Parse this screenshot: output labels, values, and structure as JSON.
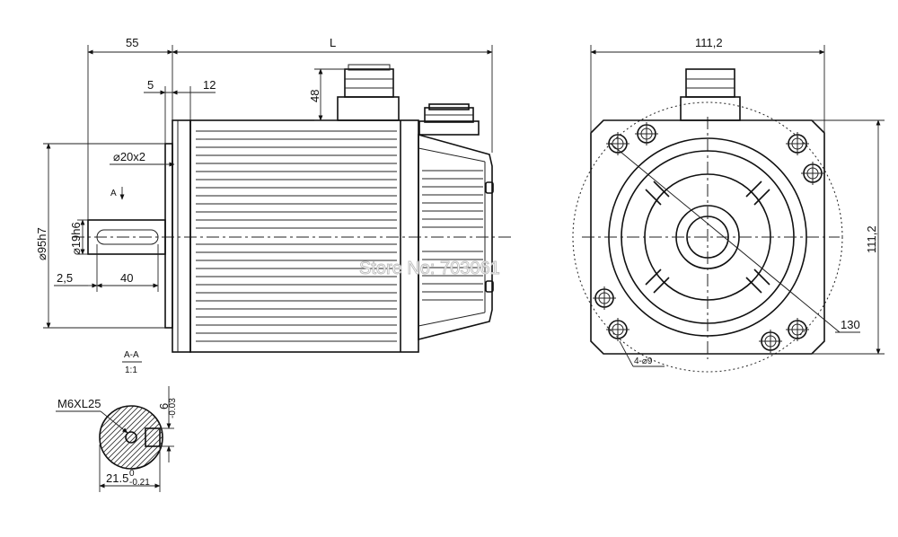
{
  "side_view": {
    "dim_flange_length": "55",
    "dim_body_length": "L",
    "dim_spigot": "5",
    "dim_flange_thickness": "12",
    "dim_connector_height": "48",
    "dim_hole_spec": "⌀20x2",
    "section_marker": "A",
    "dim_pilot_diameter": "⌀95h7",
    "dim_shaft_diameter": "⌀19h6",
    "dim_shaft_offset": "2,5",
    "dim_key_length": "40"
  },
  "section_view": {
    "label_line1": "A-A",
    "label_line2": "1:1",
    "dim_thread": "M6XL25",
    "dim_key_width": "6",
    "dim_key_width_tol": "-0.03",
    "dim_key_depth": "21.5",
    "dim_key_depth_tol_upper": "0",
    "dim_key_depth_tol_lower": "-0.21"
  },
  "front_view": {
    "dim_width": "111,2",
    "dim_height": "111,2",
    "dim_bolt_circle": "130",
    "dim_holes": "4-⌀9"
  },
  "watermark": "Store No: 703061"
}
